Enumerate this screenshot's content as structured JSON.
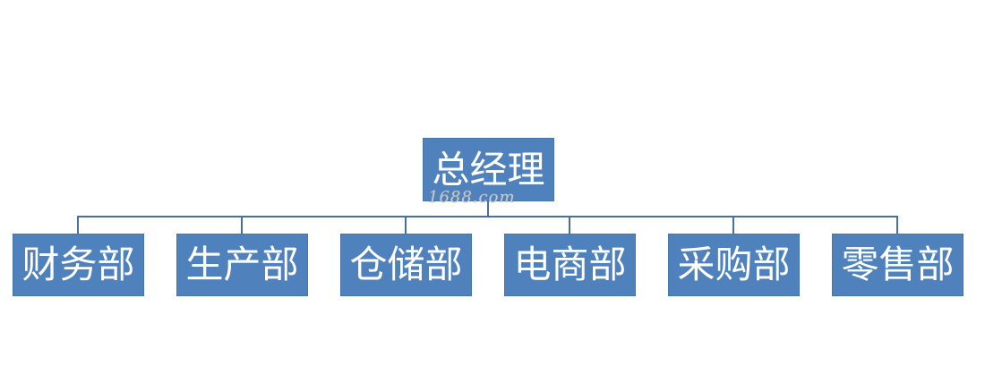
{
  "org_chart": {
    "root": {
      "label": "总经理"
    },
    "children": [
      {
        "label": "财务部"
      },
      {
        "label": "生产部"
      },
      {
        "label": "仓储部"
      },
      {
        "label": "电商部"
      },
      {
        "label": "采购部"
      },
      {
        "label": "零售部"
      }
    ]
  },
  "watermark": {
    "text": "1688.com"
  },
  "colors": {
    "node_fill": "#4f81bd",
    "node_text": "#ffffff",
    "connector": "#4b6f9c",
    "background": "#ffffff"
  }
}
